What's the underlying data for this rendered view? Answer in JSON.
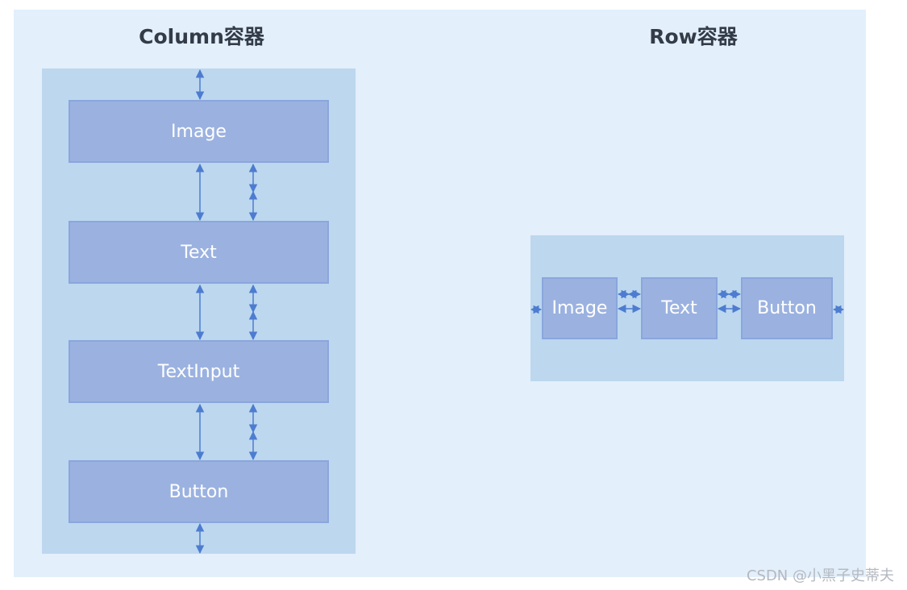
{
  "column_section": {
    "title": "Column容器",
    "items": [
      "Image",
      "Text",
      "TextInput",
      "Button"
    ]
  },
  "row_section": {
    "title": "Row容器",
    "items": [
      "Image",
      "Text",
      "Button"
    ]
  },
  "watermark": "CSDN @小黑子史蒂夫",
  "colors": {
    "canvas": "#e3effb",
    "container": "#bcd7ee",
    "item": "#9bb2e0",
    "arrow": "#4d7cd0"
  }
}
